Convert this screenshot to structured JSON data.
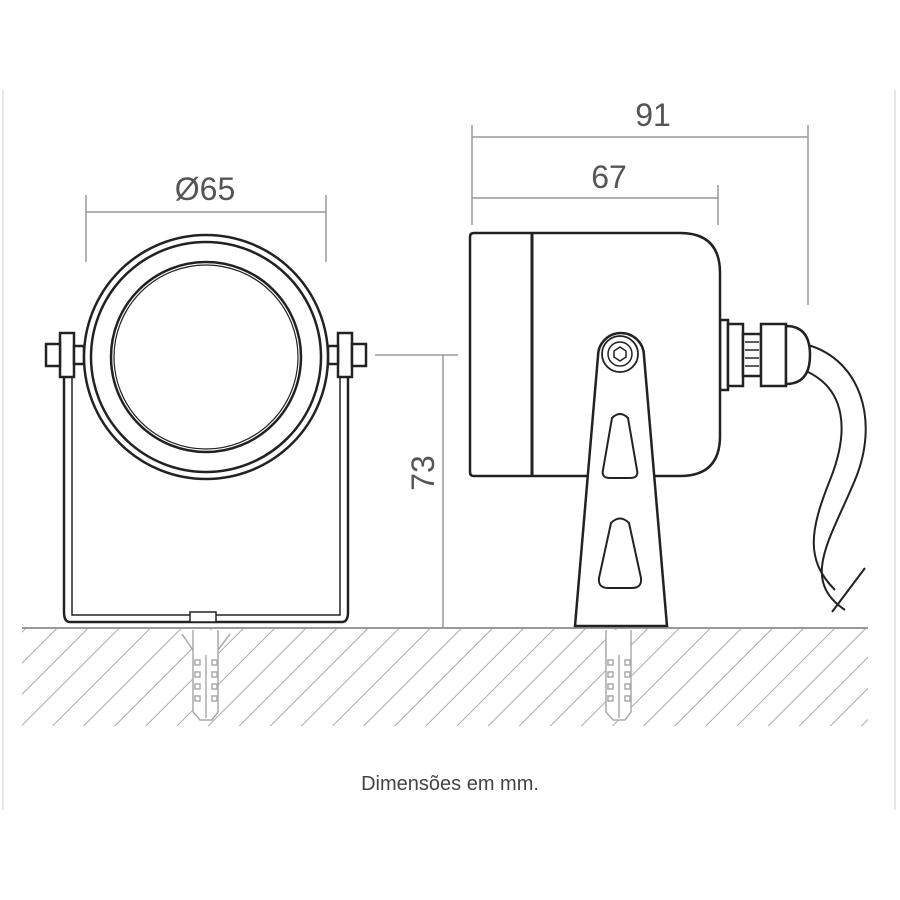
{
  "dimensions": {
    "diameter": "Ø65",
    "total_length": "91",
    "body_length": "67",
    "height": "73"
  },
  "caption": "Dimensões em mm.",
  "colors": {
    "line": "#222222",
    "dimension": "#999999",
    "hatch": "#aaaaaa"
  }
}
